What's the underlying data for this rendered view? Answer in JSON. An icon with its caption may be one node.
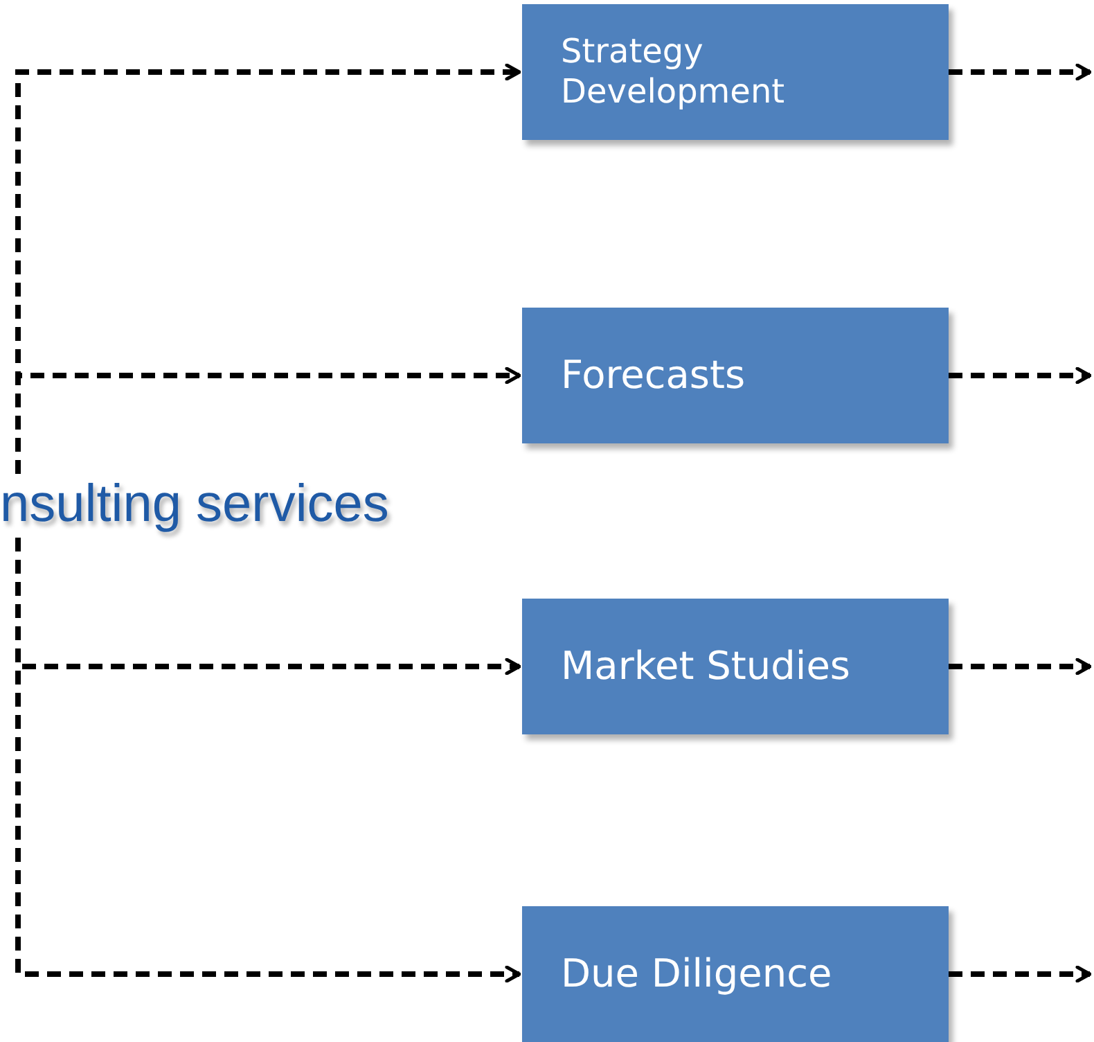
{
  "diagram": {
    "nodes": [
      {
        "text": [
          "nsulting services"
        ]
      },
      {
        "text": [
          "Strategy Development"
        ]
      },
      {
        "text": [
          "Forecasts"
        ]
      },
      {
        "text": [
          "Market Studies"
        ]
      },
      {
        "text": [
          "Due Diligence"
        ]
      }
    ],
    "edges": [
      {
        "from": 0,
        "to": 1,
        "arrow": "to"
      },
      {
        "from": 0,
        "to": 2,
        "arrow": "to"
      },
      {
        "from": 0,
        "to": 3,
        "arrow": "to"
      },
      {
        "from": 0,
        "to": 4,
        "arrow": "to"
      },
      {
        "from": 1,
        "to": null,
        "arrow": "to"
      },
      {
        "from": 2,
        "to": null,
        "arrow": "to"
      },
      {
        "from": 3,
        "to": null,
        "arrow": "to"
      },
      {
        "from": 4,
        "to": null,
        "arrow": "to"
      }
    ]
  }
}
